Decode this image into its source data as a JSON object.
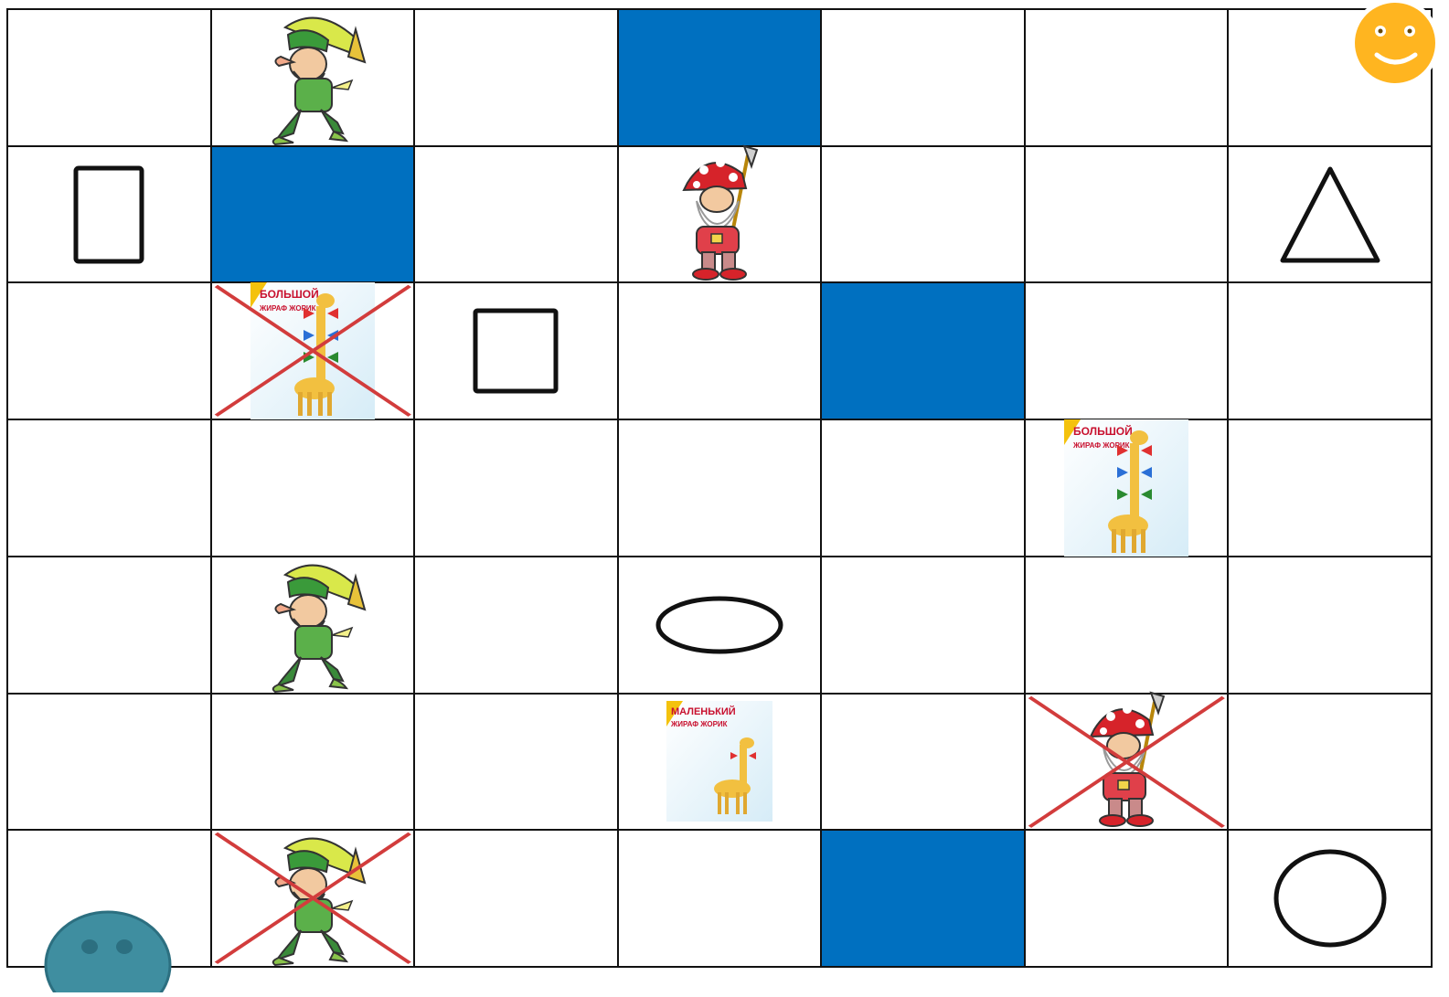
{
  "colors": {
    "blue": "#0070c0",
    "grid": "#111111",
    "cross": "#d23c3c",
    "smiley": "#ffb520",
    "blob": "#3f8ea0"
  },
  "grid": {
    "rows": 7,
    "cols": 7
  },
  "posters": {
    "big_title_1": "БОЛЬШОЙ",
    "big_title_2": "ЖИРАФ ЖОРИК",
    "small_title_1": "МАЛЕНЬКИЙ",
    "small_title_2": "ЖИРАФ ЖОРИК"
  },
  "cells": [
    {
      "row": 0,
      "col": 1,
      "item": "green-gnome",
      "crossed": false
    },
    {
      "row": 0,
      "col": 3,
      "item": "blue-fill",
      "crossed": false
    },
    {
      "row": 1,
      "col": 0,
      "item": "rectangle",
      "crossed": false
    },
    {
      "row": 1,
      "col": 1,
      "item": "blue-fill",
      "crossed": false
    },
    {
      "row": 1,
      "col": 3,
      "item": "red-gnome",
      "crossed": false
    },
    {
      "row": 1,
      "col": 6,
      "item": "triangle",
      "crossed": false
    },
    {
      "row": 2,
      "col": 1,
      "item": "big-giraffe",
      "crossed": true
    },
    {
      "row": 2,
      "col": 2,
      "item": "square",
      "crossed": false
    },
    {
      "row": 2,
      "col": 4,
      "item": "blue-fill",
      "crossed": false
    },
    {
      "row": 3,
      "col": 5,
      "item": "big-giraffe",
      "crossed": false
    },
    {
      "row": 4,
      "col": 1,
      "item": "green-gnome",
      "crossed": false
    },
    {
      "row": 4,
      "col": 3,
      "item": "ellipse",
      "crossed": false
    },
    {
      "row": 5,
      "col": 3,
      "item": "small-giraffe",
      "crossed": false
    },
    {
      "row": 5,
      "col": 5,
      "item": "red-gnome",
      "crossed": true
    },
    {
      "row": 6,
      "col": 1,
      "item": "green-gnome",
      "crossed": true
    },
    {
      "row": 6,
      "col": 4,
      "item": "blue-fill",
      "crossed": false
    },
    {
      "row": 6,
      "col": 6,
      "item": "circle",
      "crossed": false
    }
  ],
  "icons": {
    "smiley": "smiley-face-icon",
    "blob": "teal-blob-face-icon"
  }
}
